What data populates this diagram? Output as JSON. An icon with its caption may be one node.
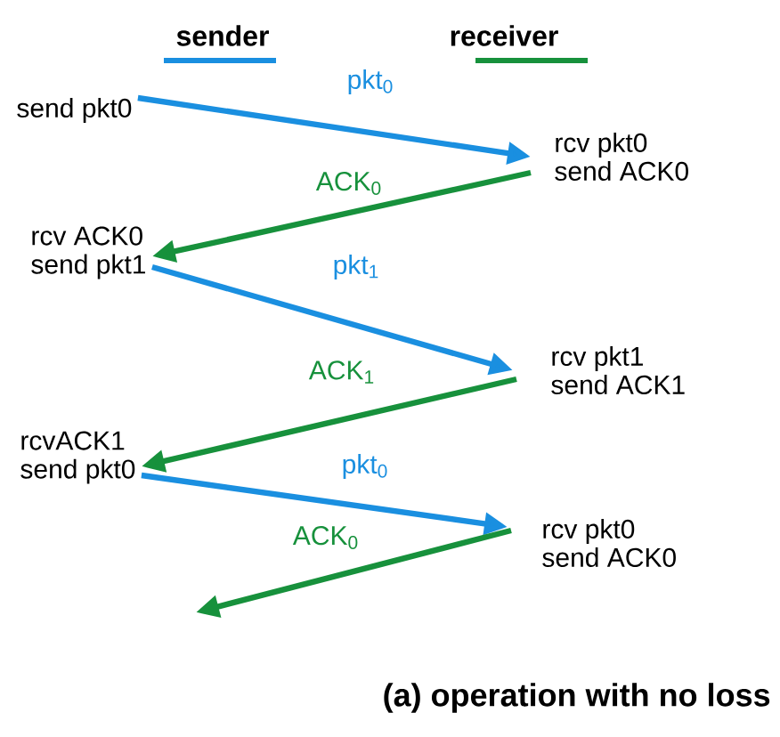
{
  "diagram": {
    "caption": "(a) operation with no loss",
    "nodes": [
      {
        "text": [
          "send pkt0"
        ]
      },
      {
        "text": [
          "rcv pkt0",
          "send ACK0"
        ]
      },
      {
        "text": [
          "rcv ACK0",
          "send pkt1"
        ]
      },
      {
        "text": [
          "rcv pkt1",
          "send ACK1"
        ]
      },
      {
        "text": [
          "rcvACK1",
          "send pkt0"
        ]
      },
      {
        "text": [
          "rcv pkt0",
          "send ACK0"
        ]
      }
    ],
    "edges": [
      {
        "from": 0,
        "to": 1,
        "arrow": "to",
        "label": "pkt$_{0}$",
        "color": "#1a8fe0"
      },
      {
        "from": 1,
        "to": 2,
        "arrow": "to",
        "label": "ACK$_{0}$",
        "color": "#17913c"
      },
      {
        "from": 2,
        "to": 3,
        "arrow": "to",
        "label": "pkt$_{1}$",
        "color": "#1a8fe0"
      },
      {
        "from": 3,
        "to": 4,
        "arrow": "to",
        "label": "ACK$_{1}$",
        "color": "#17913c"
      },
      {
        "from": 4,
        "to": 5,
        "arrow": "to",
        "label": "pkt$_{0}$",
        "color": "#1a8fe0"
      },
      {
        "from": 5,
        "to": null,
        "arrow": "to",
        "label": "ACK$_{0}$",
        "color": "#17913c"
      }
    ],
    "labels": [
      "sender",
      "receiver"
    ]
  }
}
